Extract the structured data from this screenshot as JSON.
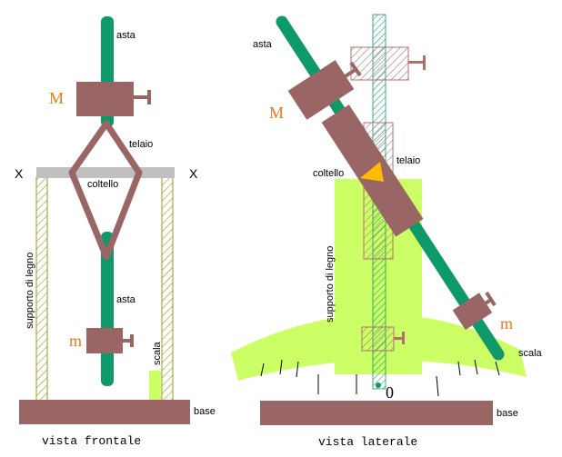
{
  "colors": {
    "rod": "#0e9a68",
    "block": "#9a6565",
    "knife_bar": "#c0c0c0",
    "lime": "#ccff66",
    "orange_label": "#e87a1e",
    "knife_edge": "#ffbb00",
    "hatch": "#9a9a20",
    "hatch_pink": "#b07070"
  },
  "front_view": {
    "caption": "vista frontale",
    "label_asta_top": "asta",
    "label_M": "M",
    "label_telaio": "telaio",
    "label_coltello": "coltello",
    "label_x_left": "X",
    "label_x_right": "X",
    "label_supporto": "supporto di legno",
    "label_asta_bottom": "asta",
    "label_m": "m",
    "label_scala": "scala",
    "label_base": "base"
  },
  "side_view": {
    "caption": "vista laterale",
    "label_asta": "asta",
    "label_M": "M",
    "label_telaio": "telaio",
    "label_coltello": "coltello",
    "label_supporto": "supporto di legno",
    "label_m": "m",
    "label_scala": "scala",
    "label_zero": "0",
    "label_base": "base"
  }
}
